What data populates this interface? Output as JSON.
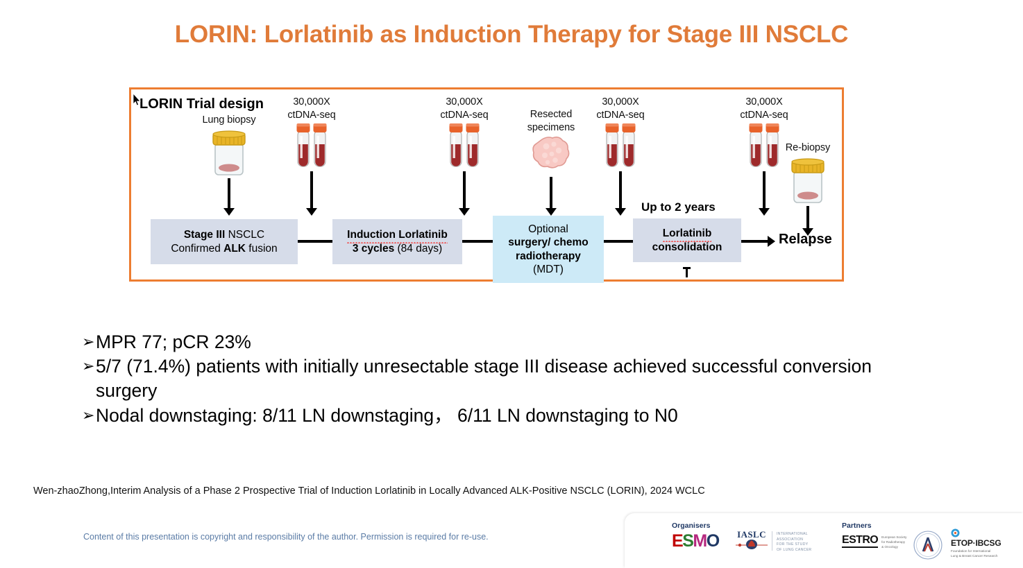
{
  "title": "LORIN: Lorlatinib as Induction Therapy for Stage III NSCLC",
  "diagram": {
    "heading": "LORIN Trial design",
    "captions": {
      "lung_biopsy": "Lung biopsy",
      "ctdna_line1": "30,000X",
      "ctdna_line2": "ctDNA-seq",
      "resected_line1": "Resected",
      "resected_line2": "specimens",
      "rebiopsy": "Re-biopsy",
      "up_to_2_years": "Up to 2 years"
    },
    "boxes": {
      "stage3_line1_bold": "Stage III",
      "stage3_line1_rest": " NSCLC",
      "stage3_line2_pre": "Confirmed ",
      "stage3_line2_bold": "ALK",
      "stage3_line2_post": " fusion",
      "induction_line1": "Induction Lorlatinib",
      "induction_line2_bold": "3 cycles",
      "induction_line2_rest": " (84 days)",
      "optional_line1": "Optional",
      "optional_line2": "surgery/ chemo",
      "optional_line3": "radiotherapy",
      "optional_line4": "(MDT)",
      "consolidation_line1": "Lorlatinib",
      "consolidation_line2": "consolidation",
      "relapse": "Relapse"
    },
    "colors": {
      "frame_border": "#ED7D31",
      "box_lavender": "#D6DCE9",
      "box_cyan": "#CDEAF7",
      "title_orange": "#E07B39"
    }
  },
  "bullets": [
    {
      "marker": "➢",
      "text": "MPR 77;  pCR 23%"
    },
    {
      "marker": "➢",
      "text": "5/7 (71.4%) patients with initially unresectable stage III disease achieved successful conversion surgery"
    },
    {
      "marker": "➢",
      "text": "Nodal downstaging: 8/11 LN downstaging， 6/11 LN downstaging to N0"
    }
  ],
  "citation": "Wen-zhaoZhong,Interim Analysis of a Phase 2 Prospective Trial of Induction Lorlatinib in Locally Advanced ALK-Positive NSCLC (LORIN), 2024 WCLC",
  "footer": {
    "copyright": "Content of this presentation is copyright and responsibility of the author. Permission is required for re-use.",
    "organisers_label": "Organisers",
    "partners_label": "Partners",
    "esmo": {
      "e": "E",
      "s": "S",
      "m": "M",
      "o": "O"
    },
    "iaslc": {
      "acronym": "IASLC",
      "sub1": "INTERNATIONAL",
      "sub2": "ASSOCIATION",
      "sub3": "FOR THE STUDY",
      "sub4": "OF LUNG CANCER"
    },
    "estro": {
      "name": "ESTRO",
      "sub1": "European Society",
      "sub2": "for Radiotherapy",
      "sub3": "& Oncology"
    },
    "etop": {
      "name": "ETOP·IBCSG",
      "sub1": "Foundation for International",
      "sub2": "Lung & Breast Cancer Research"
    }
  }
}
